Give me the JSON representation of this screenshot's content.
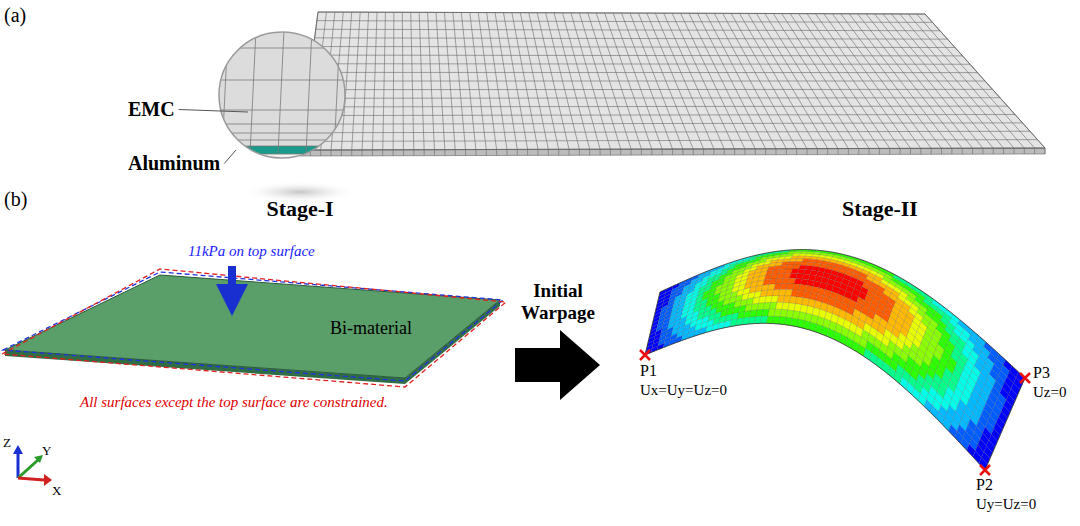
{
  "diagram": {
    "labels": [
      "(a)",
      "EMC",
      "Aluminum",
      "(b)",
      "Stage-I",
      "11kPa on top surface",
      "Bi-material",
      "All surfaces except the top surface are constrained.",
      "Z",
      "Y",
      "X",
      "Initial Warpage",
      "Stage-II",
      "P1",
      "Ux=Uy=Uz=0",
      "P3",
      "Uz=0",
      "P2",
      "Uy=Uz=0"
    ]
  }
}
